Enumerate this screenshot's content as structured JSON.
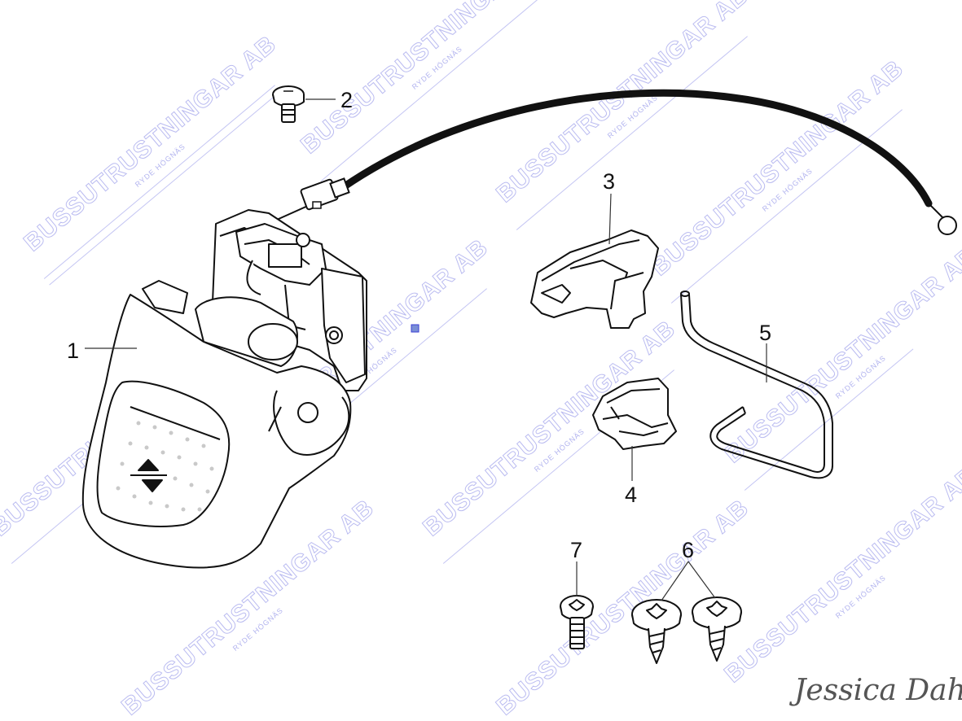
{
  "callouts": [
    {
      "label": "1",
      "part": "handle-housing"
    },
    {
      "label": "2",
      "part": "screw-small"
    },
    {
      "label": "3",
      "part": "bracket"
    },
    {
      "label": "4",
      "part": "clip"
    },
    {
      "label": "5",
      "part": "wire-rod"
    },
    {
      "label": "6",
      "part": "self-tapping-screws"
    },
    {
      "label": "7",
      "part": "machine-screw"
    }
  ],
  "watermark": {
    "title": "BUSSUTRUSTNINGAR AB",
    "subtitle": "RYDE HÖGNÄS",
    "color": "#3b3fd6"
  },
  "signature": "Jessica Dahl"
}
